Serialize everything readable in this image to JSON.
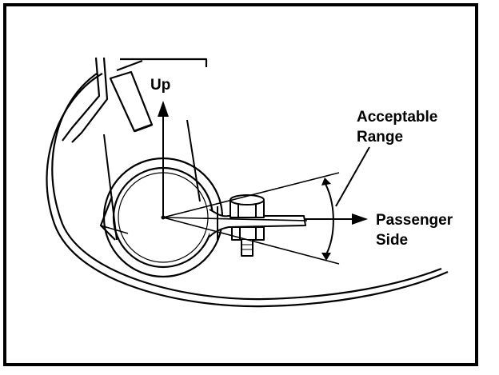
{
  "figure": {
    "labels": {
      "up": "Up",
      "acceptable_range_line1": "Acceptable",
      "acceptable_range_line2": "Range",
      "passenger_line1": "Passenger",
      "passenger_line2": "Side"
    },
    "colors": {
      "ink": "#000000",
      "paper": "#ffffff"
    }
  }
}
